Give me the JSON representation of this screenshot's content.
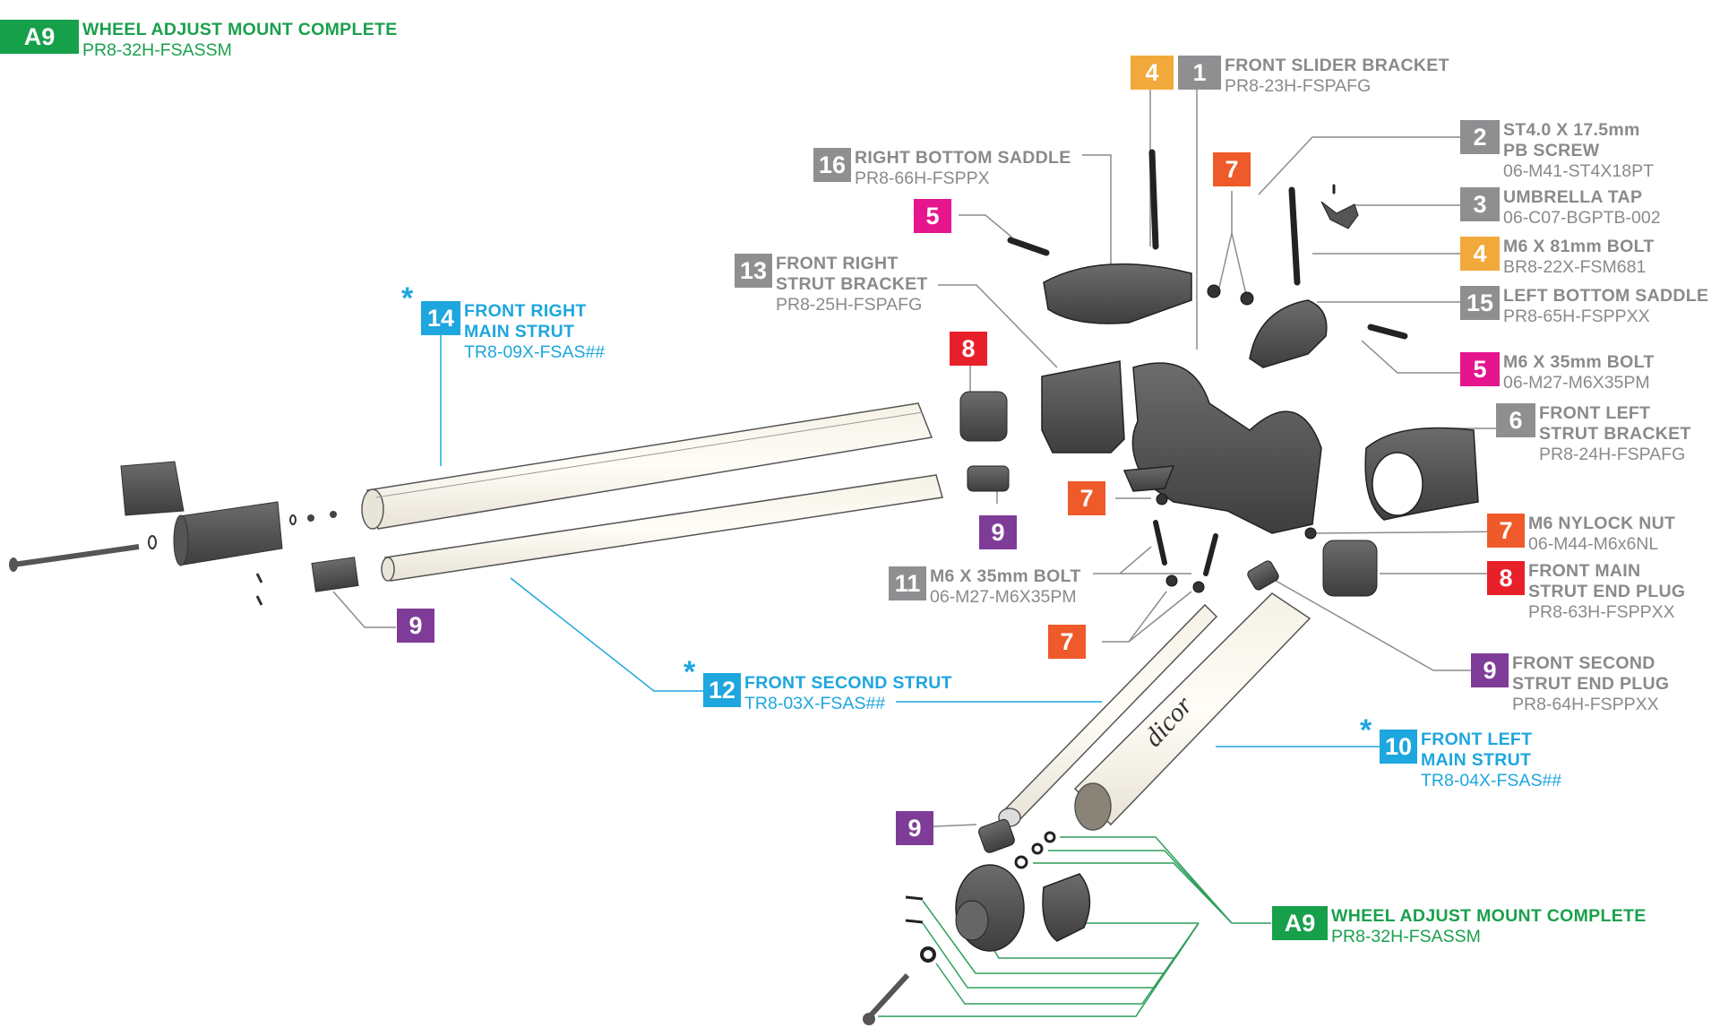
{
  "colors": {
    "gray": "#8f8f91",
    "orange": "#f2a93b",
    "magenta": "#e5158d",
    "vermilion": "#ee5a2a",
    "red": "#e8202a",
    "purple": "#7e3c98",
    "blue": "#1ea6de",
    "green": "#17a04a",
    "leader_gray": "#8c8c8c",
    "leader_blue": "#1ea6de",
    "leader_green": "#2e9e5a"
  },
  "header": {
    "num": "A9",
    "name": "WHEEL ADJUST MOUNT COMPLETE",
    "code": "PR8-32H-FSASSM"
  },
  "parts": [
    {
      "num": "1",
      "name": "FRONT SLIDER BRACKET",
      "code": "PR8-23H-FSPAFG"
    },
    {
      "num": "2",
      "name": "ST4.0 X 17.5mm",
      "name2": "PB SCREW",
      "code": "06-M41-ST4X18PT"
    },
    {
      "num": "3",
      "name": "UMBRELLA TAP",
      "code": "06-C07-BGPTB-002"
    },
    {
      "num": "4",
      "name": "M6 X 81mm BOLT",
      "code": "BR8-22X-FSM681"
    },
    {
      "num": "5",
      "name": "M6 X 35mm BOLT",
      "code": "06-M27-M6X35PM"
    },
    {
      "num": "6",
      "name": "FRONT LEFT",
      "name2": "STRUT BRACKET",
      "code": "PR8-24H-FSPAFG"
    },
    {
      "num": "7",
      "name": "M6 NYLOCK NUT",
      "code": "06-M44-M6x6NL"
    },
    {
      "num": "8",
      "name": "FRONT MAIN",
      "name2": "STRUT END PLUG",
      "code": "PR8-63H-FSPPXX"
    },
    {
      "num": "9",
      "name": "FRONT SECOND",
      "name2": "STRUT END PLUG",
      "code": "PR8-64H-FSPPXX"
    },
    {
      "num": "10",
      "name": "FRONT LEFT",
      "name2": "MAIN STRUT",
      "code": "TR8-04X-FSAS##"
    },
    {
      "num": "11",
      "name": "M6 X 35mm BOLT",
      "code": "06-M27-M6X35PM"
    },
    {
      "num": "12",
      "name": "FRONT SECOND STRUT",
      "code": "TR8-03X-FSAS##"
    },
    {
      "num": "13",
      "name": "FRONT RIGHT",
      "name2": "STRUT BRACKET",
      "code": "PR8-25H-FSPAFG"
    },
    {
      "num": "14",
      "name": "FRONT RIGHT",
      "name2": "MAIN STRUT",
      "code": "TR8-09X-FSAS##"
    },
    {
      "num": "15",
      "name": "LEFT BOTTOM SADDLE",
      "code": "PR8-65H-FSPPXX"
    },
    {
      "num": "16",
      "name": "RIGHT BOTTOM SADDLE",
      "code": "PR8-66H-FSPPX"
    },
    {
      "num": "A9",
      "name": "WHEEL ADJUST MOUNT COMPLETE",
      "code": "PR8-32H-FSASSM"
    }
  ],
  "extra_badges": {
    "four": "4",
    "five": "5",
    "seven": "7",
    "eight": "8",
    "nine": "9"
  },
  "star": "*",
  "strut_logo": "dicor"
}
